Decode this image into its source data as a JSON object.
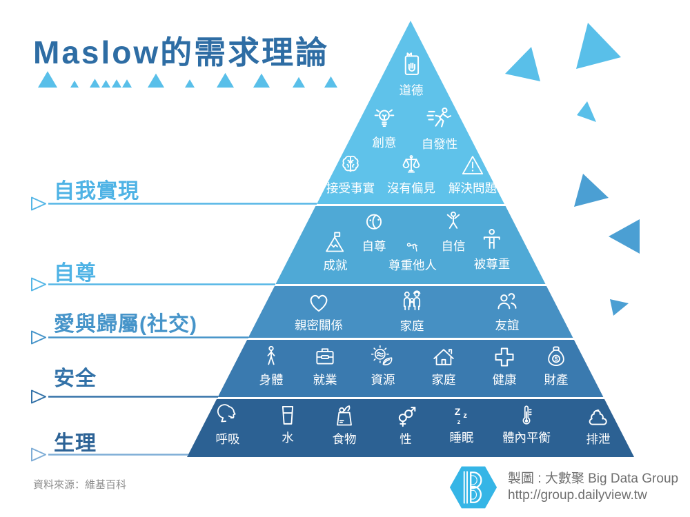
{
  "title": "Maslow的需求理論",
  "levels": [
    {
      "label": "自我實現",
      "items": [
        {
          "label": "道德",
          "icon": "morality-book-icon"
        },
        {
          "label": "創意",
          "icon": "lightbulb-icon"
        },
        {
          "label": "自發性",
          "icon": "running-person-icon"
        },
        {
          "label": "接受事實",
          "icon": "brain-icon"
        },
        {
          "label": "沒有偏見",
          "icon": "scales-icon"
        },
        {
          "label": "解決問題",
          "icon": "warning-triangle-icon"
        }
      ]
    },
    {
      "label": "自尊",
      "items": [
        {
          "label": "成就",
          "icon": "mountain-flag-icon"
        },
        {
          "label": "自尊",
          "icon": "two-faces-icon"
        },
        {
          "label": "尊重他人",
          "icon": "bowing-person-icon"
        },
        {
          "label": "自信",
          "icon": "cheering-person-icon"
        },
        {
          "label": "被尊重",
          "icon": "standing-person-icon"
        }
      ]
    },
    {
      "label": "愛與歸屬(社交)",
      "items": [
        {
          "label": "親密關係",
          "icon": "heart-icon"
        },
        {
          "label": "家庭",
          "icon": "family-icon"
        },
        {
          "label": "友誼",
          "icon": "friends-icon"
        }
      ]
    },
    {
      "label": "安全",
      "items": [
        {
          "label": "身體",
          "icon": "person-icon"
        },
        {
          "label": "就業",
          "icon": "briefcase-icon"
        },
        {
          "label": "資源",
          "icon": "sun-leaf-icon"
        },
        {
          "label": "家庭",
          "icon": "house-icon"
        },
        {
          "label": "健康",
          "icon": "medical-cross-icon"
        },
        {
          "label": "財產",
          "icon": "money-bag-icon"
        }
      ]
    },
    {
      "label": "生理",
      "items": [
        {
          "label": "呼吸",
          "icon": "breathing-icon"
        },
        {
          "label": "水",
          "icon": "water-glass-icon"
        },
        {
          "label": "食物",
          "icon": "food-bag-icon"
        },
        {
          "label": "性",
          "icon": "gender-symbols-icon"
        },
        {
          "label": "睡眠",
          "icon": "sleep-zzz-icon"
        },
        {
          "label": "體內平衡",
          "icon": "thermometer-icon"
        },
        {
          "label": "排泄",
          "icon": "excretion-icon"
        }
      ]
    }
  ],
  "footer": {
    "source": "資料來源：維基百科",
    "credit_line1": "製圖 : 大數聚 Big Data Group",
    "credit_line2": "http://group.dailyview.tw"
  },
  "colors": {
    "title": "#2e6da4",
    "level1": "#5fc2ea",
    "level2": "#4fa9d6",
    "level3": "#4690c3",
    "level4": "#3a7aaf",
    "level5": "#2c6193",
    "accent_triangle_light": "#59bfe9",
    "accent_triangle_dark": "#4b9fd3",
    "label_level1": "#4fb3e5",
    "label_level2": "#4fb3e5",
    "label_level3": "#4694c9",
    "label_level4": "#3372a8",
    "label_level5": "#2d6396",
    "footer_text": "#8d8d8d",
    "credit_text": "#6f6f6f",
    "logo_blue": "#35b5e6"
  }
}
